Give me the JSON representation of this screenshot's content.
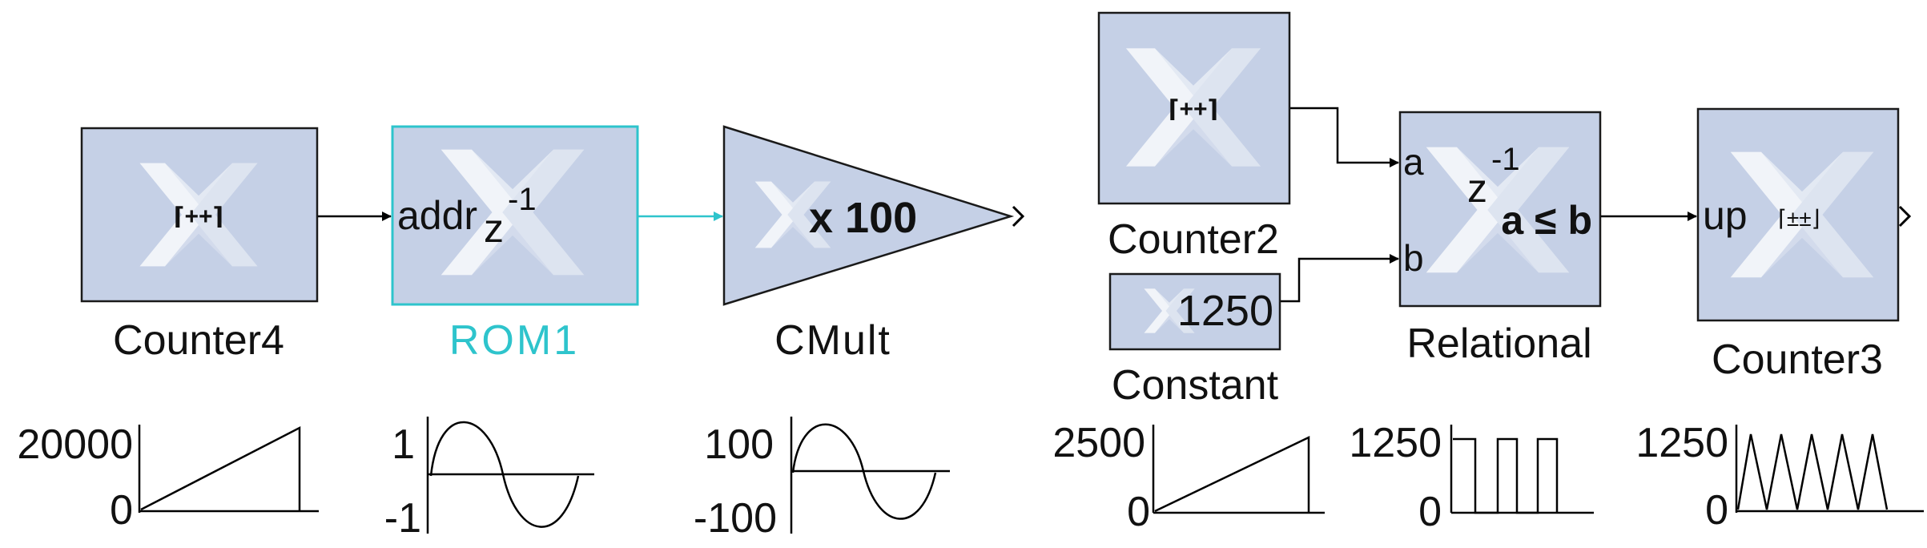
{
  "colors": {
    "block_fill": "#c5d0e6",
    "block_border": "#1a1a1a",
    "selected": "#2ec4cc",
    "logo_light": "#e3e9f3",
    "logo_mid": "#d3dbec",
    "wire": "#000000"
  },
  "icons": {
    "logo": "xilinx-logo-icon",
    "counter": "counter-increment-icon",
    "counter_updown": "counter-updown-icon"
  },
  "blocks": {
    "counter4": {
      "label": "Counter4",
      "glyph": "⌈++⌉"
    },
    "rom1": {
      "label": "ROM1",
      "port_in": "addr",
      "latency": "z",
      "latency_exp": "-1"
    },
    "cmult": {
      "label": "CMult",
      "operation": "x 100"
    },
    "counter2": {
      "label": "Counter2",
      "glyph": "⌈++⌉"
    },
    "constant": {
      "label": "Constant",
      "value": "1250"
    },
    "relational": {
      "label": "Relational",
      "port_a": "a",
      "port_b": "b",
      "latency": "z",
      "latency_exp": "-1",
      "expression": "a ≤ b"
    },
    "counter3": {
      "label": "Counter3",
      "port_in": "up",
      "glyph": "⌈±±⌋"
    }
  },
  "waveforms": [
    {
      "id": "counter4-wave",
      "shape": "ramp",
      "y_top": "20000",
      "y_bottom": "0"
    },
    {
      "id": "rom1-wave",
      "shape": "sine",
      "y_top": "1",
      "y_bottom": "-1"
    },
    {
      "id": "cmult-wave",
      "shape": "sine",
      "y_top": "100",
      "y_bottom": "-100"
    },
    {
      "id": "counter2-wave",
      "shape": "ramp",
      "y_top": "2500",
      "y_bottom": "0"
    },
    {
      "id": "relational-wave",
      "shape": "square",
      "y_top": "1250",
      "y_bottom": "0"
    },
    {
      "id": "counter3-wave",
      "shape": "triangle",
      "y_top": "1250",
      "y_bottom": "0"
    }
  ]
}
